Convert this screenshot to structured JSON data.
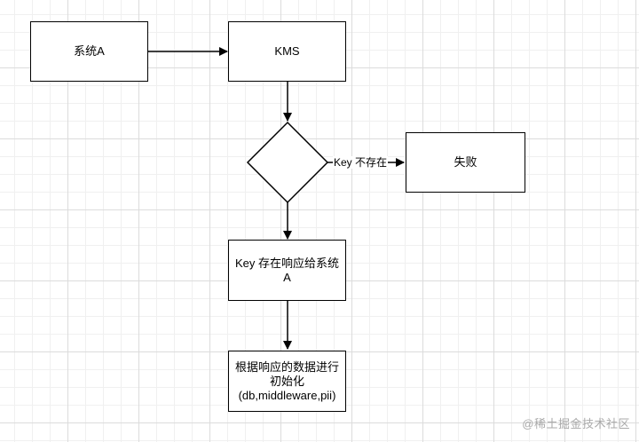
{
  "nodes": {
    "system_a": "系统A",
    "kms": "KMS",
    "failure": "失败",
    "key_exists": "Key 存在响应给系统\nA",
    "init": "根据响应的数据进行\n初始化\n(db,middleware,pii)"
  },
  "edges": {
    "key_not_exists": "Key 不存在"
  },
  "watermark": "@稀土掘金技术社区"
}
